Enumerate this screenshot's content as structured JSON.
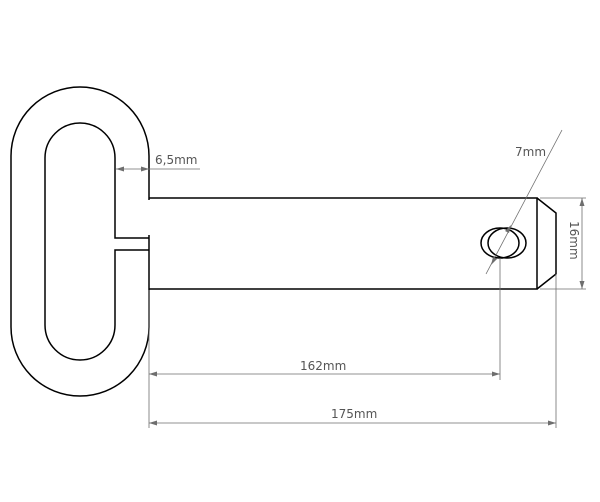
{
  "dimensions": {
    "ring_gap": "6,5mm",
    "hole_diameter": "7mm",
    "pin_diameter": "16mm",
    "hole_distance": "162mm",
    "total_length": "175mm"
  }
}
